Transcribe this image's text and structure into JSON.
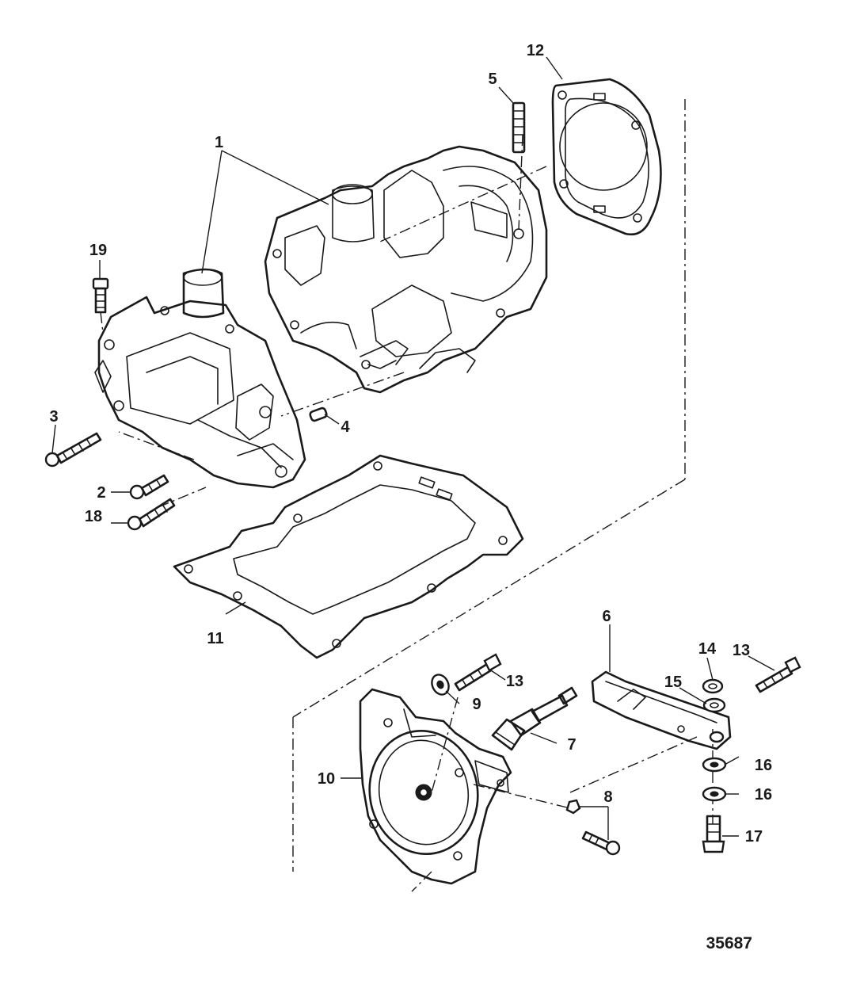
{
  "figure_number": "35687",
  "callouts": {
    "c1": "1",
    "c2": "2",
    "c3": "3",
    "c4": "4",
    "c5": "5",
    "c6": "6",
    "c7": "7",
    "c8": "8",
    "c9": "9",
    "c10": "10",
    "c11": "11",
    "c12": "12",
    "c13a": "13",
    "c13b": "13",
    "c14": "14",
    "c15": "15",
    "c16a": "16",
    "c16b": "16",
    "c17": "17",
    "c18": "18",
    "c19": "19"
  }
}
